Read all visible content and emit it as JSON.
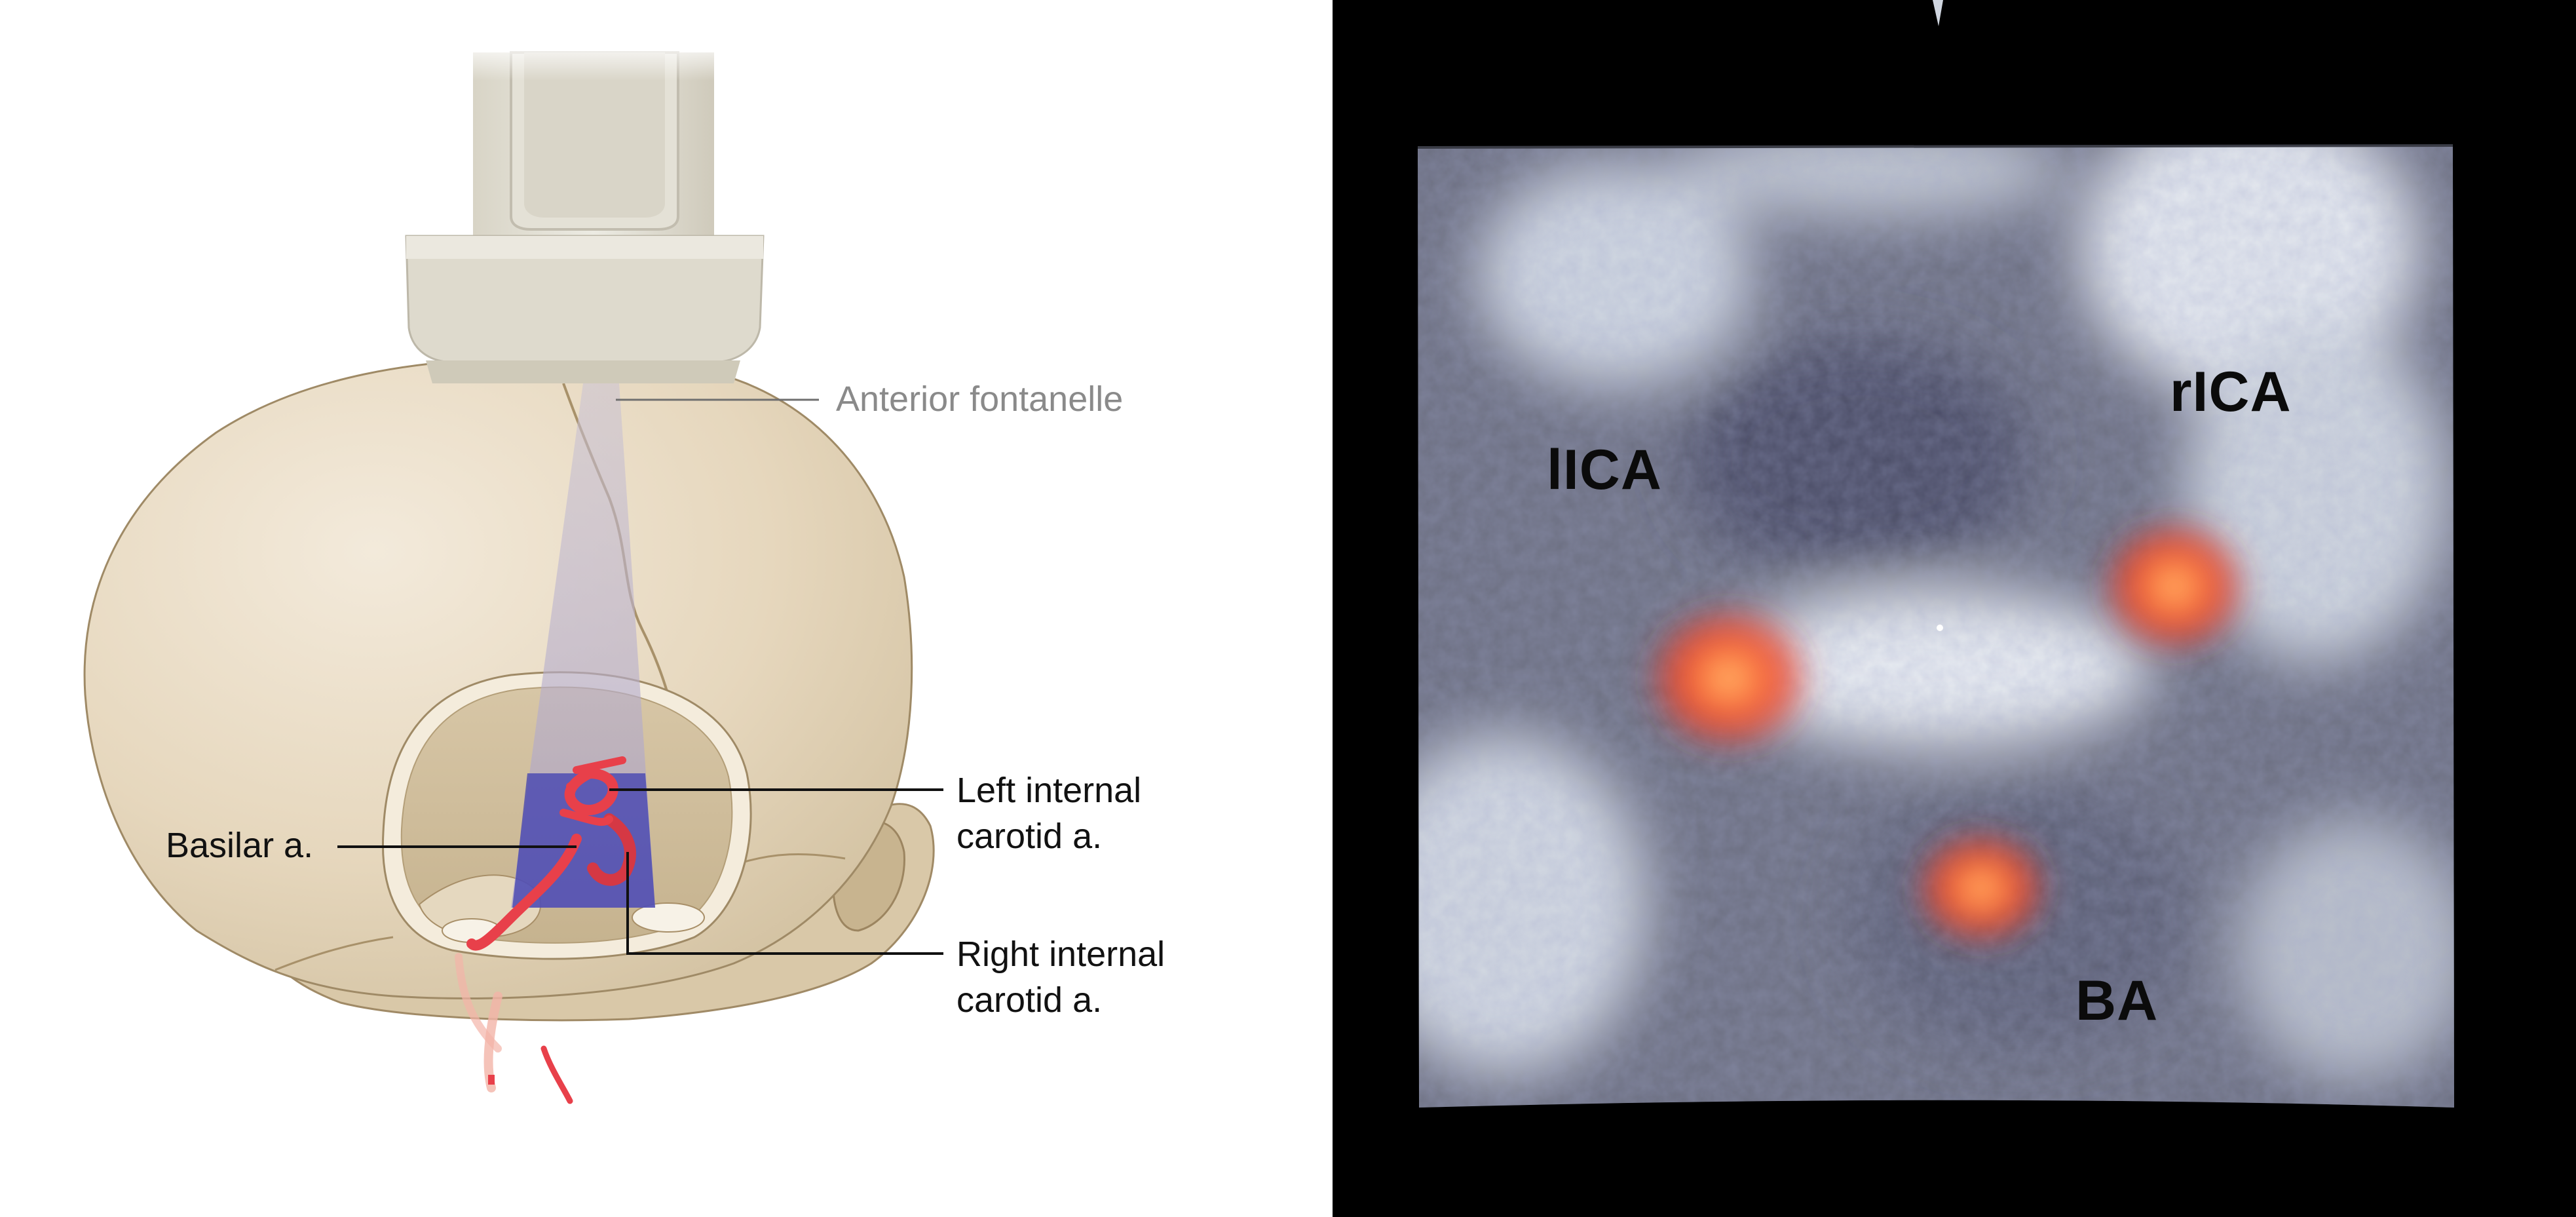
{
  "left_panel": {
    "labels": {
      "anterior_fontanelle": "Anterior fontanelle",
      "left_ica_line1": "Left internal",
      "left_ica_line2": "carotid a.",
      "basilar": "Basilar a.",
      "right_ica_line1": "Right internal",
      "right_ica_line2": "carotid a."
    }
  },
  "right_panel": {
    "labels": {
      "lica": "lICA",
      "rica": "rICA",
      "ba": "BA"
    }
  },
  "colors": {
    "skull": "#e9dcc3",
    "vessel": "#e8404a",
    "beam": "#3a3ab0",
    "doppler": "#ff5a2a"
  }
}
